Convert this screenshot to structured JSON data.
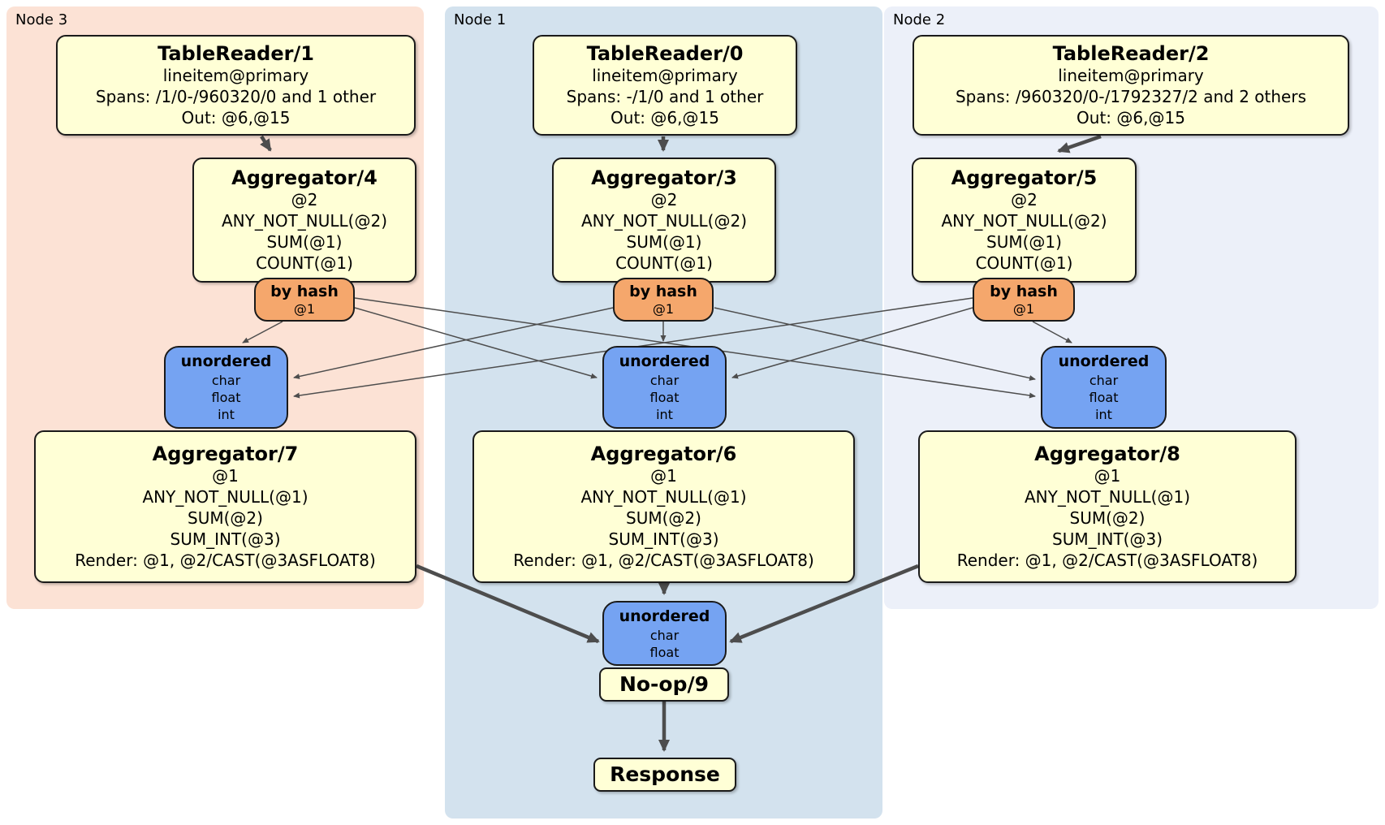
{
  "regions": {
    "node3": {
      "label": "Node 3"
    },
    "node1": {
      "label": "Node 1"
    },
    "node2": {
      "label": "Node 2"
    }
  },
  "processors": {
    "tablereader1": {
      "title": "TableReader/1",
      "lines": [
        "lineitem@primary",
        "Spans: /1/0-/960320/0 and 1 other",
        "Out: @6,@15"
      ]
    },
    "tablereader0": {
      "title": "TableReader/0",
      "lines": [
        "lineitem@primary",
        "Spans: -/1/0 and 1 other",
        "Out: @6,@15"
      ]
    },
    "tablereader2": {
      "title": "TableReader/2",
      "lines": [
        "lineitem@primary",
        "Spans: /960320/0-/1792327/2 and 2 others",
        "Out: @6,@15"
      ]
    },
    "aggregator4": {
      "title": "Aggregator/4",
      "lines": [
        "@2",
        "ANY_NOT_NULL(@2)",
        "SUM(@1)",
        "COUNT(@1)"
      ]
    },
    "aggregator3": {
      "title": "Aggregator/3",
      "lines": [
        "@2",
        "ANY_NOT_NULL(@2)",
        "SUM(@1)",
        "COUNT(@1)"
      ]
    },
    "aggregator5": {
      "title": "Aggregator/5",
      "lines": [
        "@2",
        "ANY_NOT_NULL(@2)",
        "SUM(@1)",
        "COUNT(@1)"
      ]
    },
    "aggregator7": {
      "title": "Aggregator/7",
      "lines": [
        "@1",
        "ANY_NOT_NULL(@1)",
        "SUM(@2)",
        "SUM_INT(@3)",
        "Render: @1, @2/CAST(@3ASFLOAT8)"
      ]
    },
    "aggregator6": {
      "title": "Aggregator/6",
      "lines": [
        "@1",
        "ANY_NOT_NULL(@1)",
        "SUM(@2)",
        "SUM_INT(@3)",
        "Render: @1, @2/CAST(@3ASFLOAT8)"
      ]
    },
    "aggregator8": {
      "title": "Aggregator/8",
      "lines": [
        "@1",
        "ANY_NOT_NULL(@1)",
        "SUM(@2)",
        "SUM_INT(@3)",
        "Render: @1, @2/CAST(@3ASFLOAT8)"
      ]
    },
    "noop": {
      "title": "No-op/9"
    },
    "response": {
      "title": "Response"
    }
  },
  "router": {
    "label": "by hash",
    "key": "@1"
  },
  "sync_input": {
    "label": "unordered",
    "columns": [
      "char",
      "float",
      "int"
    ]
  },
  "sync_final": {
    "label": "unordered",
    "columns": [
      "char",
      "float"
    ]
  },
  "colors": {
    "node3_bg": "#fce2d5",
    "node1_bg": "#d3e2ee",
    "node2_bg": "#ecf0f9",
    "processor_bg": "#ffffd6",
    "router_bg": "#f5a76c",
    "sync_bg": "#75a3f2",
    "edge": "#4d4d4d"
  }
}
